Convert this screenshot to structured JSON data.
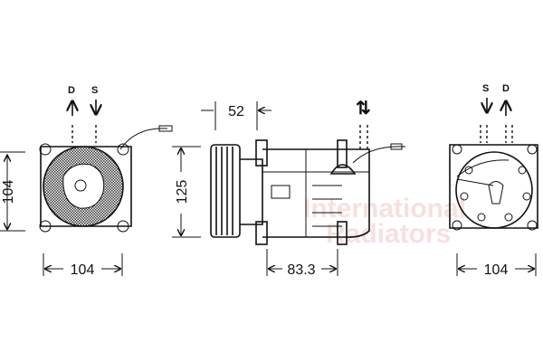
{
  "diagram": {
    "front_view": {
      "port_labels": [
        "D",
        "S"
      ],
      "height_dim": "104",
      "width_dim": "104"
    },
    "side_view": {
      "offset_dim": "52",
      "height_dim": "125",
      "length_dim": "83.3",
      "flow_symbol": "⇅"
    },
    "rear_view": {
      "port_labels": [
        "S",
        "D"
      ],
      "width_dim": "104"
    },
    "watermark": {
      "line1": "International",
      "line2": "Radiators",
      "color": "#e8a0a0"
    }
  }
}
